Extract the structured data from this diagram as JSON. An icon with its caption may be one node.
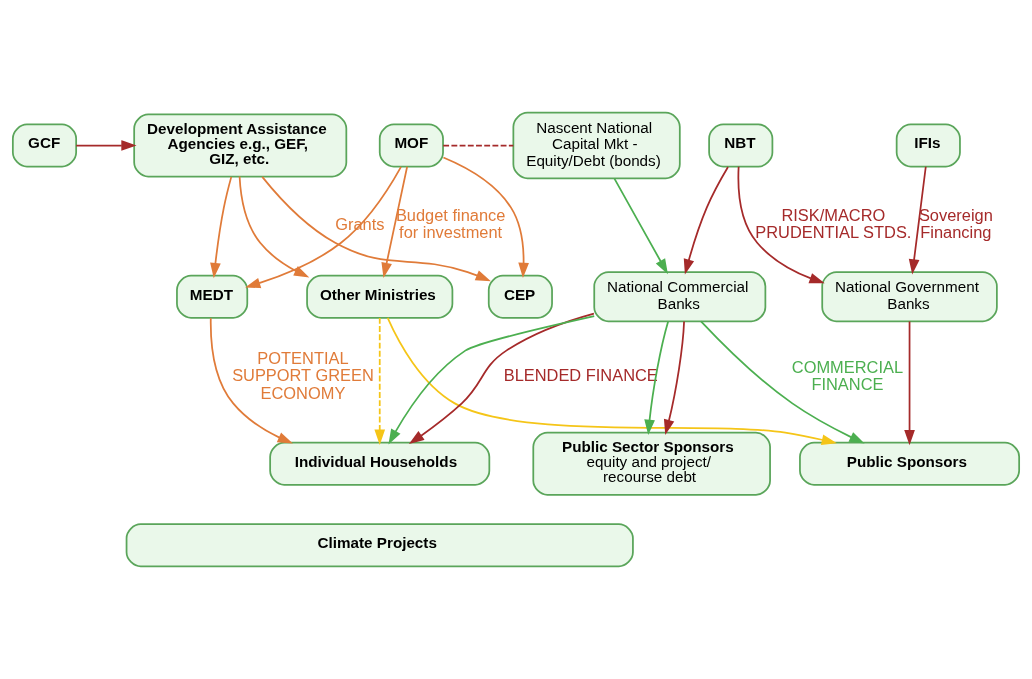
{
  "diagram": {
    "nodes": [
      {
        "text": [
          "IFIs"
        ]
      },
      {
        "text": [
          "Development Assistance Agencies e.g., GEF, GIZ, etc."
        ]
      },
      {
        "text": [
          "GCF"
        ]
      },
      {
        "text": [
          "MOF"
        ]
      },
      {
        "text": [
          "NBT"
        ]
      },
      {
        "text": [
          "Nascent National Capital Mkt - Equity/Debt (bonds)"
        ]
      },
      {
        "text": [
          "Other Ministries"
        ]
      },
      {
        "text": [
          "MEDT"
        ]
      },
      {
        "text": [
          "CEP"
        ]
      },
      {
        "text": [
          "National Government Banks"
        ]
      },
      {
        "text": [
          "National Commercial Banks"
        ]
      },
      {
        "text": [
          "Individual Households"
        ]
      },
      {
        "text": [
          "Public Sponsors"
        ]
      },
      {
        "text": [
          "Public Sector Sponsors",
          "equity and project/ recourse debt"
        ]
      },
      {
        "text": [
          "Climate Projects"
        ]
      }
    ],
    "edges": [
      {
        "from": 2,
        "to": 1,
        "arrow": "to"
      },
      {
        "from": 0,
        "to": 9,
        "arrow": "to",
        "label": "Sovereign Financing"
      },
      {
        "from": 3,
        "to": 5,
        "arrow": "none",
        "style": "dashed"
      },
      {
        "from": 3,
        "to": 6,
        "arrow": "to",
        "color": "#e07b39",
        "label": "Budget finance for investment"
      },
      {
        "from": 3,
        "to": 7,
        "arrow": "to",
        "color": "#e07b39"
      },
      {
        "from": 3,
        "to": 8,
        "arrow": "to",
        "color": "#e07b39"
      },
      {
        "from": 1,
        "to": 6,
        "arrow": "to",
        "color": "#e07b39"
      },
      {
        "from": 1,
        "to": 7,
        "arrow": "to",
        "color": "#e07b39"
      },
      {
        "from": 1,
        "to": 8,
        "arrow": "to",
        "color": "#e07b39",
        "label": "Grants"
      },
      {
        "from": 4,
        "to": 9,
        "arrow": "to",
        "label": "RISK/MACRO PRUDENTIAL STDS."
      },
      {
        "from": 4,
        "to": 10,
        "arrow": "to"
      },
      {
        "from": 5,
        "to": 10,
        "arrow": "to",
        "color": "#4caf50"
      },
      {
        "from": 6,
        "to": 11,
        "arrow": "to",
        "color": "#f5c518",
        "style": "dashed"
      },
      {
        "from": 6,
        "to": 12,
        "arrow": "to",
        "color": "#f5c518"
      },
      {
        "from": 7,
        "to": 11,
        "arrow": "to",
        "color": "#e07b39",
        "label": "POTENTIAL SUPPORT GREEN ECONOMY"
      },
      {
        "from": 10,
        "to": 11,
        "arrow": "to",
        "label": "BLENDED FINANCE"
      },
      {
        "from": 9,
        "to": 12,
        "arrow": "to"
      },
      {
        "from": 10,
        "to": 12,
        "arrow": "to",
        "color": "#4caf50",
        "label": "COMMERCIAL FINANCE"
      },
      {
        "from": 10,
        "to": 11,
        "arrow": "to",
        "color": "#4caf50"
      },
      {
        "from": 10,
        "to": 13,
        "arrow": "to",
        "color": "#4caf50"
      },
      {
        "from": 10,
        "to": 13,
        "arrow": "to"
      }
    ]
  }
}
